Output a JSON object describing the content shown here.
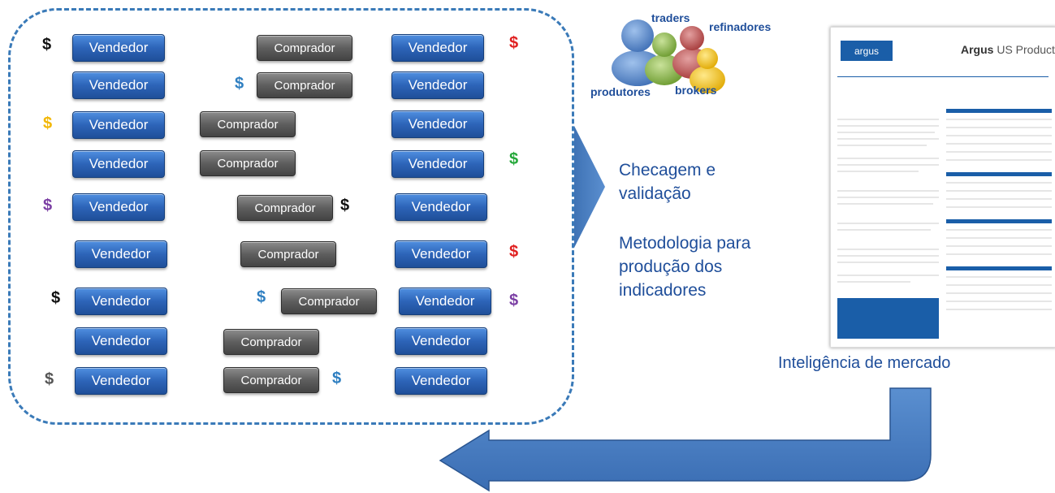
{
  "market": {
    "seller_label": "Vendedor",
    "buyer_label": "Comprador",
    "currency_symbol": "$"
  },
  "participants": {
    "traders": "traders",
    "refinadores": "refinadores",
    "produtores": "produtores",
    "brokers": "brokers"
  },
  "process": {
    "line1": "Checagem e",
    "line2": "validação",
    "line3": "Metodologia para",
    "line4": "produção dos",
    "line5": "indicadores"
  },
  "report": {
    "logo": "argus",
    "title_brand": "Argus",
    "title_rest": " US Products",
    "caption": "Inteligência de mercado"
  },
  "colors": {
    "black": "#111111",
    "red": "#e02020",
    "blue": "#2f7fc1",
    "gold": "#f2b705",
    "green": "#25a83a",
    "purple": "#7b3fa4",
    "gray": "#555555",
    "seller": "#2d64b8",
    "buyer": "#5e5e5e",
    "border": "#3a7ab8"
  }
}
